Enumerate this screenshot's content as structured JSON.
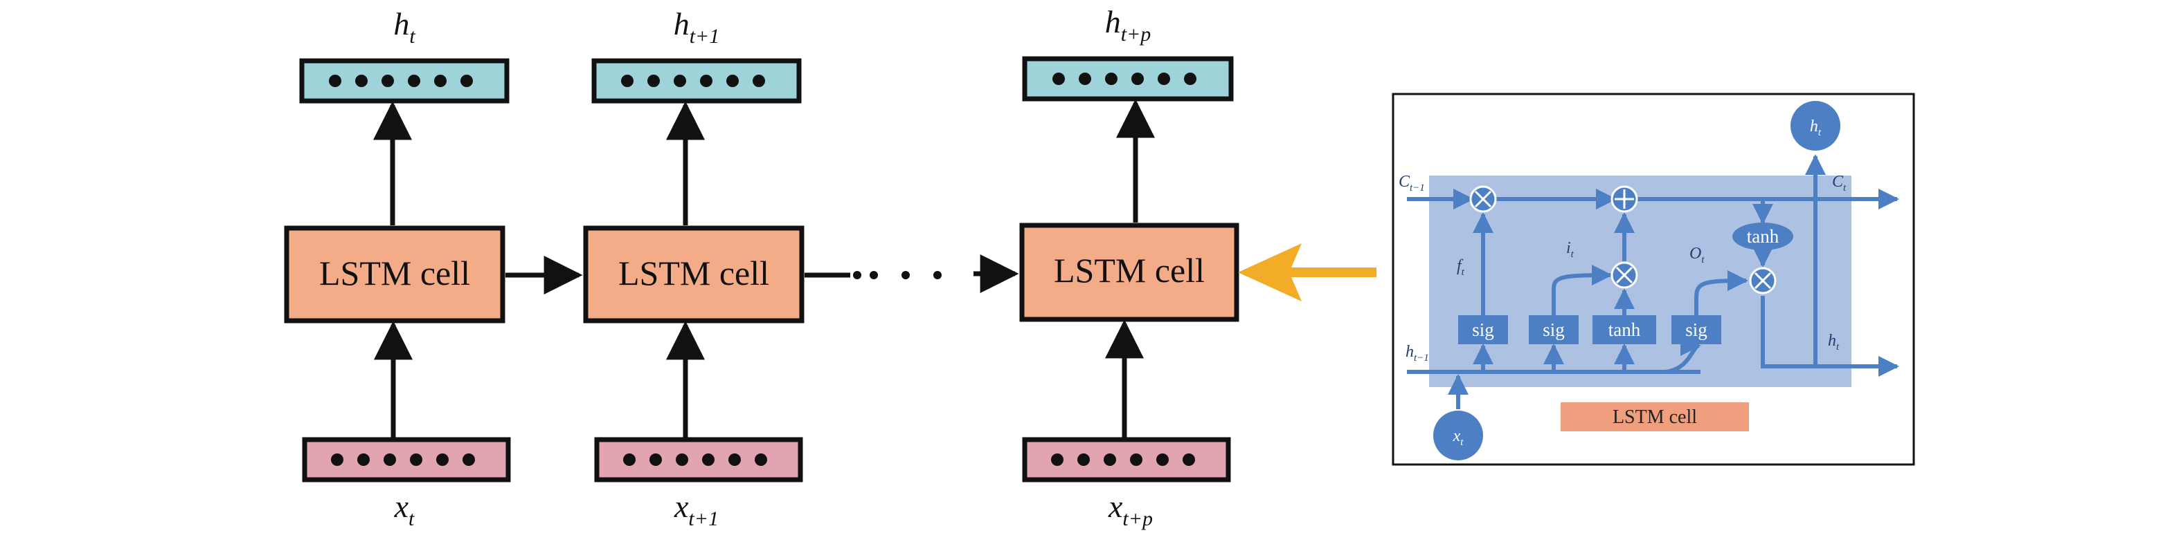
{
  "cell_label": "LSTM cell",
  "outputs": [
    {
      "base": "h",
      "sub": "t"
    },
    {
      "base": "h",
      "sub": "t+1"
    },
    {
      "base": "h",
      "sub": "t+p"
    }
  ],
  "inputs": [
    {
      "base": "x",
      "sub": "t"
    },
    {
      "base": "x",
      "sub": "t+1"
    },
    {
      "base": "x",
      "sub": "t+p"
    }
  ],
  "colors": {
    "cell_fill": "#f4ac88",
    "output_fill": "#9dd3d9",
    "input_fill": "#e2a4b0",
    "inner_background": "#a9bfe2",
    "inner_stroke": "#4d7fc4",
    "highlight_arrow": "#f2ac28",
    "inner_cell_label_fill": "#ef9f7e"
  },
  "inner": {
    "c_prev": {
      "base": "C",
      "sub": "t−1"
    },
    "c_t": {
      "base": "C",
      "sub": "t"
    },
    "h_prev": {
      "base": "h",
      "sub": "t−1"
    },
    "h_t": {
      "base": "h",
      "sub": "t"
    },
    "h_t_circle": {
      "base": "h",
      "sub": "t"
    },
    "x_t": {
      "base": "x",
      "sub": "t"
    },
    "f_t": {
      "base": "f",
      "sub": "t"
    },
    "i_t": {
      "base": "i",
      "sub": "t"
    },
    "o_t": {
      "base": "O",
      "sub": "t"
    },
    "gates": [
      "sig",
      "sig",
      "tanh",
      "sig"
    ],
    "tanh_oval": "tanh",
    "cell_label": "LSTM cell"
  }
}
